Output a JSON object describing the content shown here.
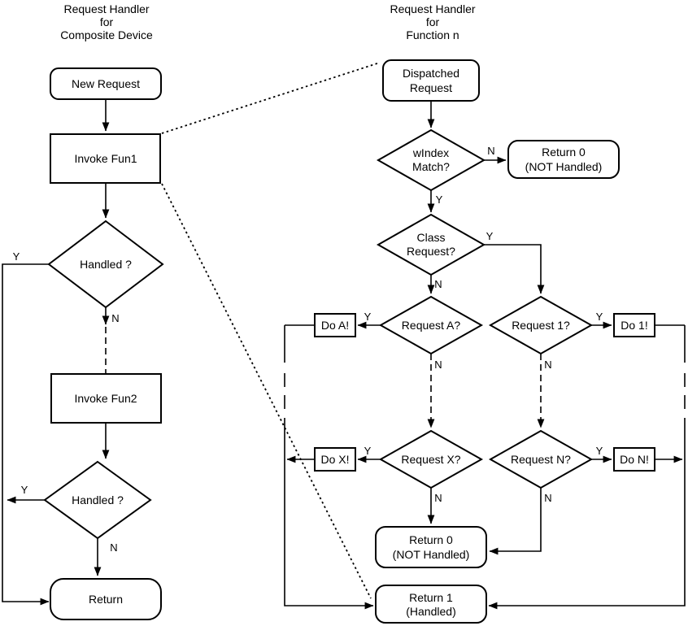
{
  "colors": {
    "stroke": "#000000",
    "background": "#ffffff"
  },
  "left_chart": {
    "title_lines": [
      "Request Handler",
      "for",
      "Composite Device"
    ],
    "nodes": {
      "new_request": "New Request",
      "invoke_fun1": "Invoke Fun1",
      "handled_1": "Handled ?",
      "invoke_fun2": "Invoke Fun2",
      "handled_2": "Handled ?",
      "return": "Return"
    }
  },
  "right_chart": {
    "title_lines": [
      "Request Handler",
      "for",
      "Function n"
    ],
    "nodes": {
      "dispatched_request": [
        "Dispatched",
        "Request"
      ],
      "windex_match": [
        "wIndex",
        "Match?"
      ],
      "return_0_top": [
        "Return 0",
        "(NOT Handled)"
      ],
      "class_request": [
        "Class",
        "Request?"
      ],
      "request_a": "Request A?",
      "do_a": "Do A!",
      "request_1": "Request 1?",
      "do_1": "Do 1!",
      "request_x": "Request X?",
      "do_x": "Do X!",
      "request_n": "Request N?",
      "do_n": "Do N!",
      "return_0_bottom": [
        "Return 0",
        "(NOT Handled)"
      ],
      "return_1": [
        "Return 1",
        "(Handled)"
      ]
    }
  },
  "branch_labels": {
    "yes": "Y",
    "no": "N"
  }
}
